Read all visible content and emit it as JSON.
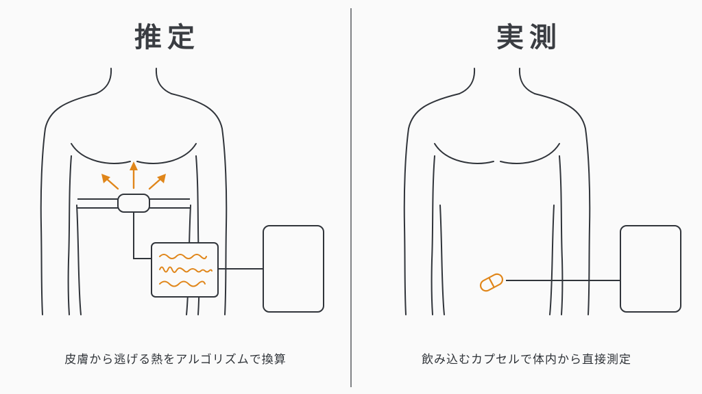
{
  "left_panel": {
    "title": "推定",
    "caption": "皮膚から逃げる熱をアルゴリズムで換算"
  },
  "right_panel": {
    "title": "実測",
    "caption": "飲み込むカプセルで体内から直接測定"
  },
  "colors": {
    "line": "#30343a",
    "accent": "#e0861a",
    "background": "#fafafa"
  }
}
